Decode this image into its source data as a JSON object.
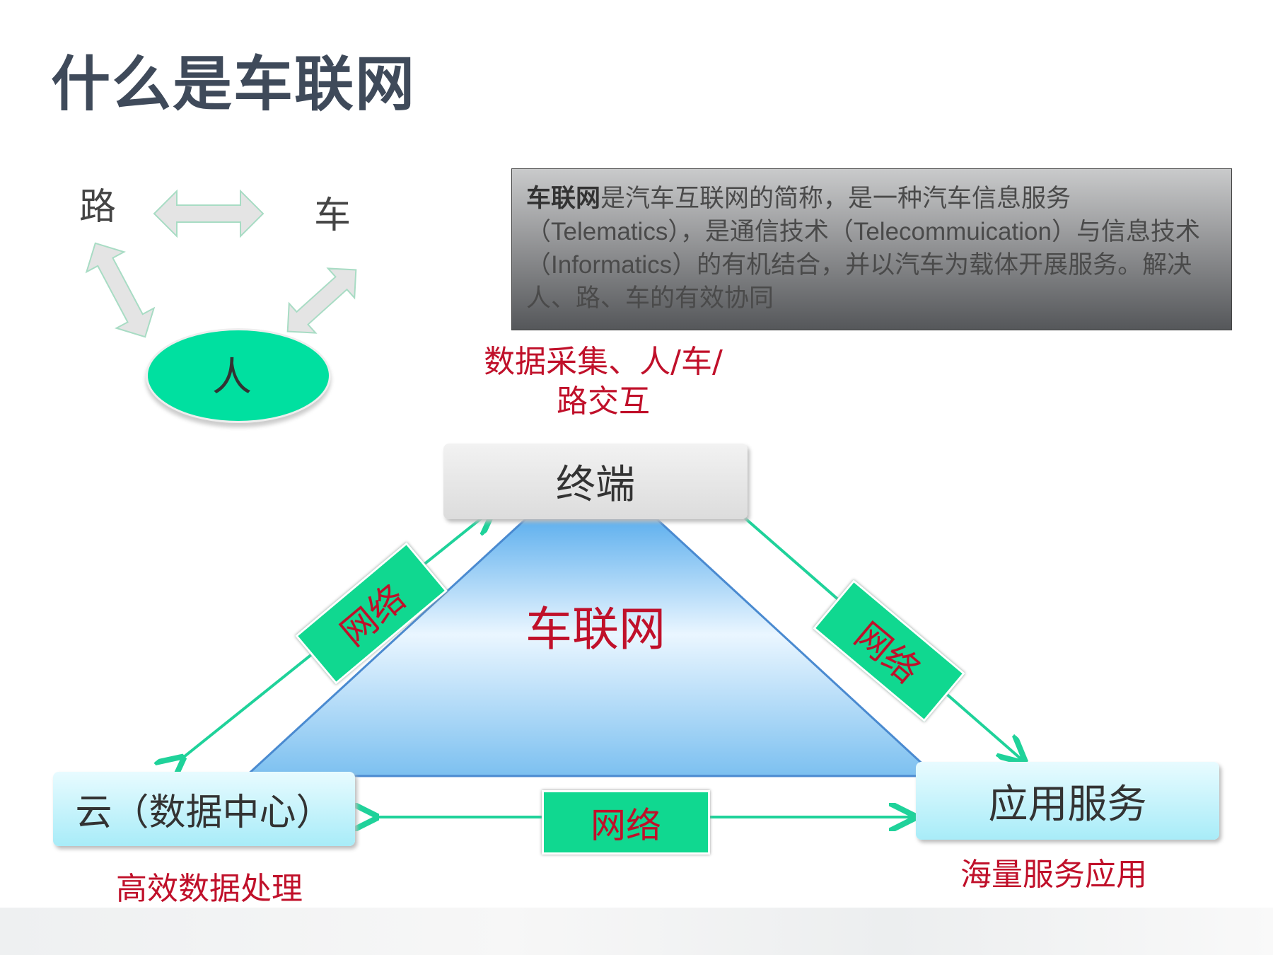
{
  "title": "什么是车联网",
  "description": {
    "lead": "车联网",
    "text": "是汽车互联网的简称，是一种汽车信息服务（Telematics），是通信技术（Telecommuication）与信息技术（Informatics）的有机结合，并以汽车为载体开展服务。解决人、路、车的有效协同"
  },
  "small_diagram": {
    "road": "路",
    "car": "车",
    "person": "人"
  },
  "nodes": {
    "terminal": "终端",
    "cloud": "云（数据中心）",
    "apps": "应用服务",
    "center": "车联网"
  },
  "notes": {
    "terminal": "数据采集、人/车/路交互",
    "cloud": "高效数据处理",
    "apps": "海量服务应用"
  },
  "links": {
    "left": "网络",
    "right": "网络",
    "bottom": "网络"
  },
  "colors": {
    "green": "#10d890",
    "red": "#c0102a",
    "arrow": "#1fd29a"
  }
}
